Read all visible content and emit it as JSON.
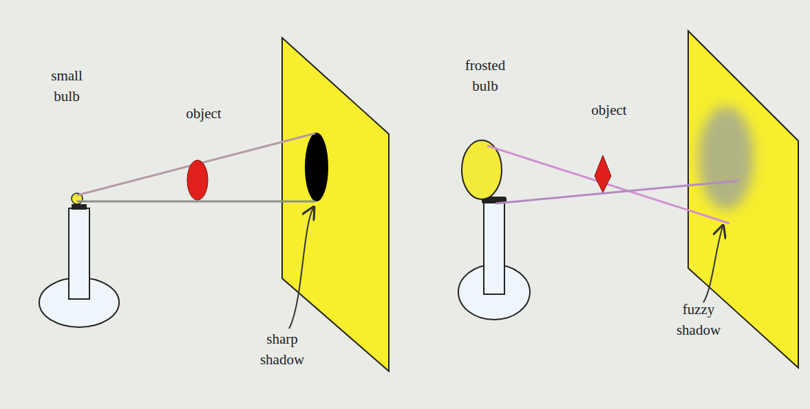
{
  "diagram": {
    "labels": [
      "small bulb",
      "object",
      "sharp shadow",
      "frosted bulb",
      "object",
      "fuzzy shadow"
    ]
  }
}
